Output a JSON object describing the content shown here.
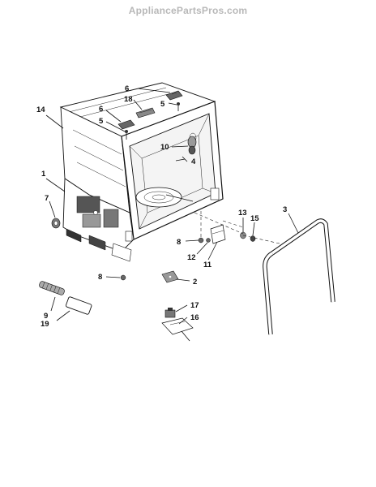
{
  "watermark": "AppliancePartsPros.com",
  "callouts": {
    "c1": "1",
    "c2": "2",
    "c3": "3",
    "c4": "4",
    "c5a": "5",
    "c5b": "5",
    "c6a": "6",
    "c6b": "6",
    "c7": "7",
    "c8a": "8",
    "c8b": "8",
    "c9": "9",
    "c10": "10",
    "c11": "11",
    "c12": "12",
    "c13": "13",
    "c14": "14",
    "c15": "15",
    "c16": "16",
    "c17": "17",
    "c18": "18",
    "c19": "19"
  }
}
